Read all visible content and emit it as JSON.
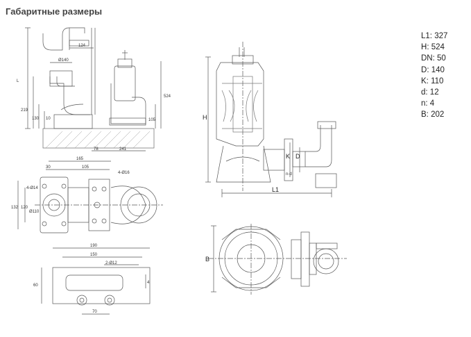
{
  "title": "Габаритные размеры",
  "specs": [
    {
      "label": "L1",
      "value": "327"
    },
    {
      "label": "H",
      "value": "524"
    },
    {
      "label": "DN",
      "value": "50"
    },
    {
      "label": "D",
      "value": "140"
    },
    {
      "label": "K",
      "value": "110"
    },
    {
      "label": "d",
      "value": "12"
    },
    {
      "label": "n",
      "value": "4"
    },
    {
      "label": "B",
      "value": "202"
    }
  ],
  "drawing_labels": {
    "d124": "124",
    "d140": "Ø140",
    "dL": "L",
    "d524": "524",
    "d219": "219",
    "d130": "130",
    "d10": "10",
    "d105": "105",
    "d78": "78",
    "d241": "241",
    "d165": "165",
    "d30": "30",
    "d105b": "105",
    "d4016": "4-Ø16",
    "d4014": "4-Ø14",
    "d132": "132",
    "d120": "120",
    "d110": "Ø110",
    "d190": "190",
    "d150": "150",
    "d2012": "2-Ø12",
    "d60": "60",
    "d4": "4",
    "d70": "70",
    "H": "H",
    "K": "K",
    "D": "D",
    "nd": "n-d",
    "L1": "L1",
    "B": "B"
  }
}
